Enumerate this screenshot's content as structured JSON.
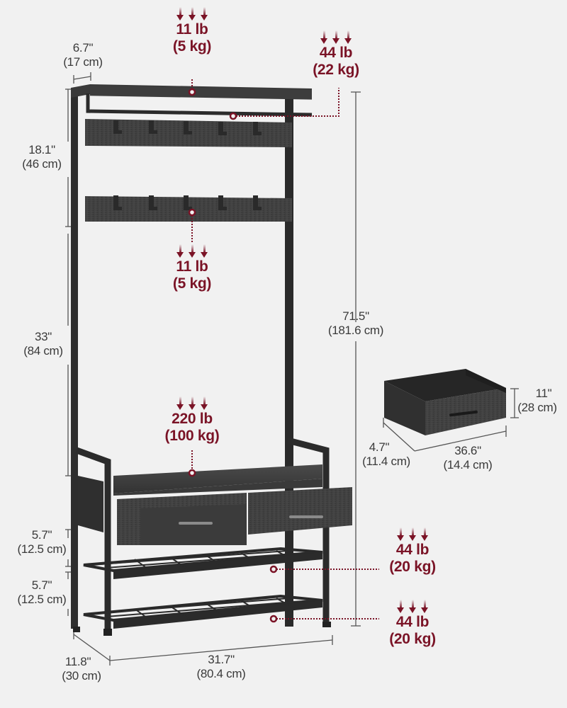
{
  "product": {
    "name": "Hall tree with coat rack, shoe bench and 2 drawers",
    "colors": {
      "background": "#f1f1f1",
      "frame": "#2b2b2b",
      "board": "#3c3c3c",
      "accent_load": "#7a1326",
      "dimension_text": "#3a3a3a"
    }
  },
  "load_capacities": {
    "top_shelf": {
      "lb": "11 lb",
      "kg": "(5 kg)"
    },
    "hanging_rod": {
      "lb": "44 lb",
      "kg": "(22 kg)"
    },
    "hook_rail": {
      "lb": "11 lb",
      "kg": "(5 kg)"
    },
    "bench_top": {
      "lb": "220 lb",
      "kg": "(100 kg)"
    },
    "upper_shoe_shelf": {
      "lb": "44 lb",
      "kg": "(20 kg)"
    },
    "lower_shoe_shelf": {
      "lb": "44 lb",
      "kg": "(20 kg)"
    }
  },
  "dimensions": {
    "top_depth": {
      "in": "6.7\"",
      "cm": "(17 cm)"
    },
    "upper_section_height": {
      "in": "18.1\"",
      "cm": "(46 cm)"
    },
    "middle_section_height": {
      "in": "33\"",
      "cm": "(84 cm)"
    },
    "total_height": {
      "in": "71.5\"",
      "cm": "(181.6 cm)"
    },
    "shelf_gap_upper": {
      "in": "5.7\"",
      "cm": "(12.5 cm)"
    },
    "shelf_gap_lower": {
      "in": "5.7\"",
      "cm": "(12.5 cm)"
    },
    "base_depth": {
      "in": "11.8\"",
      "cm": "(30 cm)"
    },
    "base_width": {
      "in": "31.7\"",
      "cm": "(80.4 cm)"
    }
  },
  "drawer": {
    "height": {
      "in": "11\"",
      "cm": "(28 cm)"
    },
    "depth": {
      "in": "4.7\"",
      "cm": "(11.4 cm)"
    },
    "width": {
      "in": "36.6\"",
      "cm": "(14.4 cm)"
    }
  },
  "hooks": {
    "upper_row_count": 5,
    "lower_row_count": 5
  }
}
